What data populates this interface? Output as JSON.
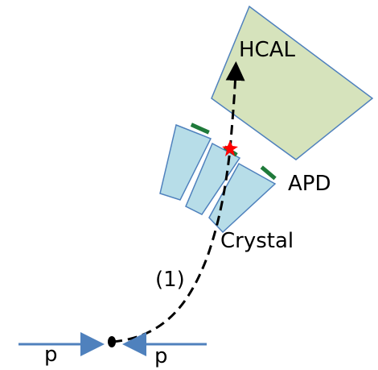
{
  "labels": {
    "hcal": "HCAL",
    "apd": "APD",
    "crystal": "Crystal",
    "track": "(1)",
    "proton_left": "p",
    "proton_right": "p"
  },
  "colors": {
    "hcal_fill": "#d6e3bc",
    "hcal_stroke": "#4f81bd",
    "crystal_fill": "#b7dde8",
    "crystal_stroke": "#4f81bd",
    "apd_fill": "#1f7a3a",
    "beam": "#4f81bd",
    "hit": "#ff0000",
    "track": "#000000"
  }
}
